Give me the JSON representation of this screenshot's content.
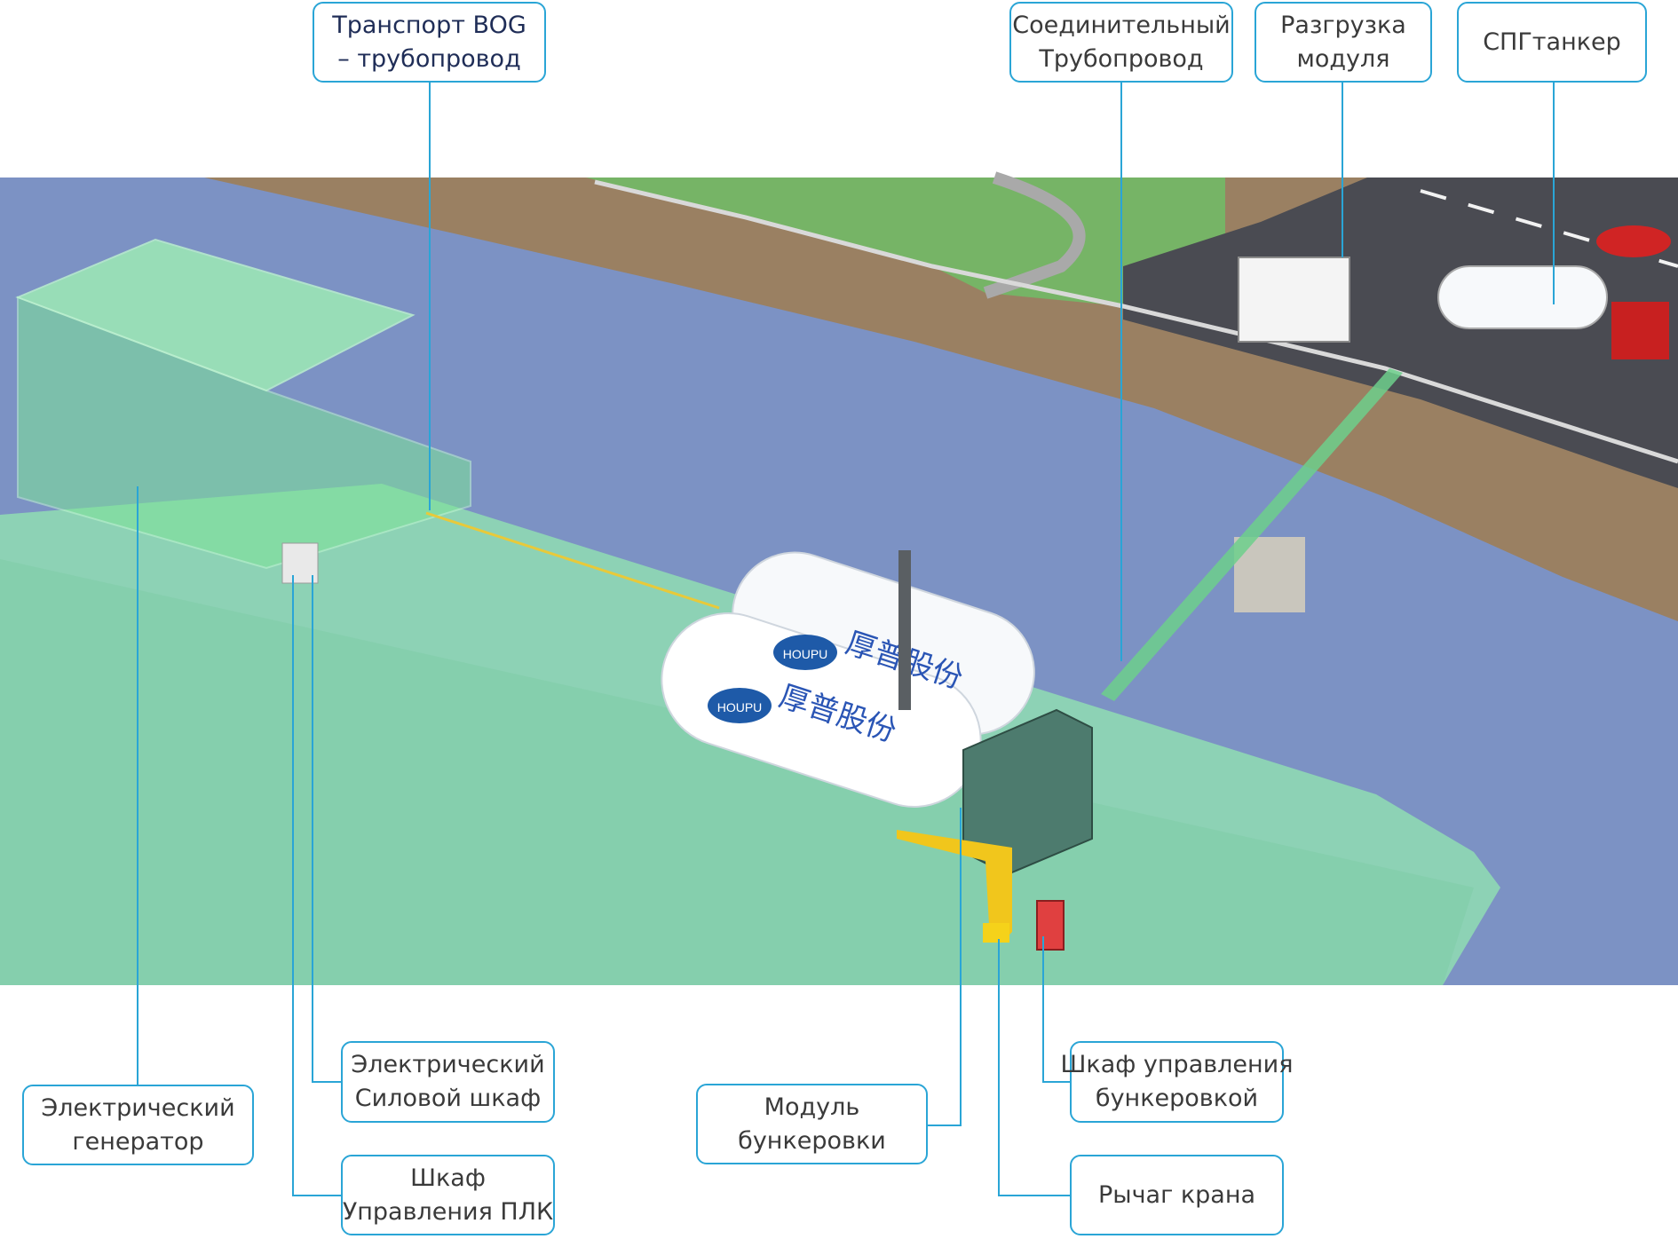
{
  "colors": {
    "water": "#7c92c4",
    "barge": "#8ed6b4",
    "leader": "#2aa5d6",
    "tank": "#f7f9fb",
    "road": "#4a4b52",
    "soil": "#9a8062",
    "grass": "#76b466"
  },
  "tank_brand": {
    "logo": "HOUPU",
    "chinese": "厚普股份"
  },
  "labels": {
    "bog": {
      "line1": "Транспорт BOG",
      "line2": "– трубопровод"
    },
    "connecting": {
      "line1": "Соединительный",
      "line2": "Трубопровод"
    },
    "unloading": {
      "line1": "Разгрузка",
      "line2": "модуля"
    },
    "tanker": {
      "line1": "СПГтанкер"
    },
    "power_cabinet": {
      "line1": "Электрический",
      "line2": "Силовой шкаф"
    },
    "generator": {
      "line1": "Электрический",
      "line2": "генератор"
    },
    "plc_cabinet": {
      "line1": "Шкаф",
      "line2": "Управления ПЛК"
    },
    "bunkering_module": {
      "line1": "Модуль",
      "line2": "бункеровки"
    },
    "bunkering_cabinet": {
      "line1": "Шкаф управления",
      "line2": "бункеровкой"
    },
    "crane_arm": {
      "line1": "Рычаг крана"
    }
  }
}
